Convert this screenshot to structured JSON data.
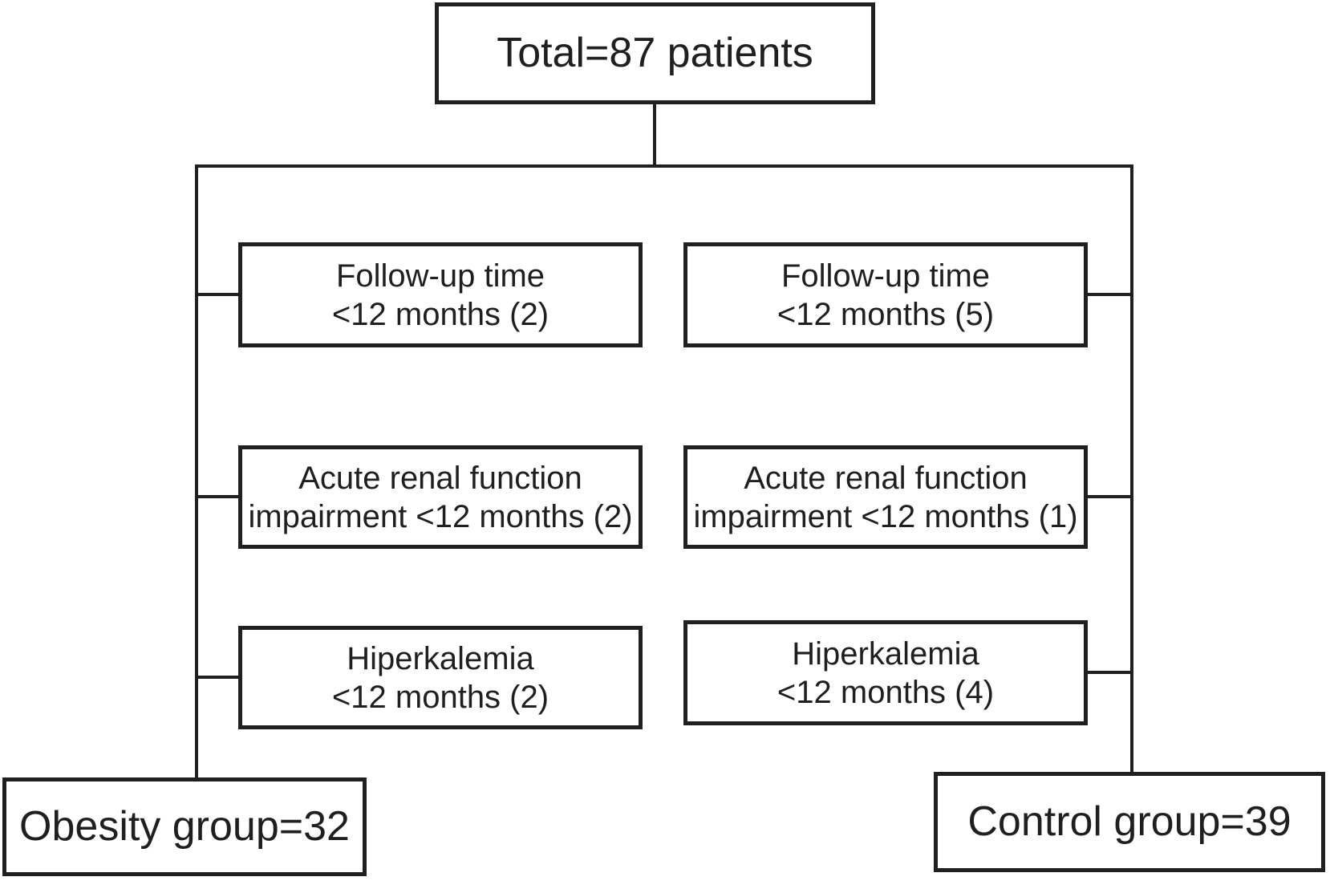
{
  "diagram": {
    "title_box": {
      "label": "Total=87 patients"
    },
    "branches": {
      "left": {
        "exclusions": [
          {
            "line1": "Follow-up time",
            "line2": "<12 months (2)"
          },
          {
            "line1": "Acute renal function",
            "line2": "impairment <12 months (2)"
          },
          {
            "line1": "Hiperkalemia",
            "line2": "<12 months (2)"
          }
        ],
        "group": {
          "label": "Obesity group=32"
        }
      },
      "right": {
        "exclusions": [
          {
            "line1": "Follow-up time",
            "line2": "<12 months (5)"
          },
          {
            "line1": "Acute renal function",
            "line2": "impairment <12 months (1)"
          },
          {
            "line1": "Hiperkalemia",
            "line2": "<12 months (4)"
          }
        ],
        "group": {
          "label": "Control group=39"
        }
      }
    },
    "colors": {
      "line": "#1f1f1f",
      "text": "#1f1f1f",
      "background": "#ffffff"
    }
  }
}
